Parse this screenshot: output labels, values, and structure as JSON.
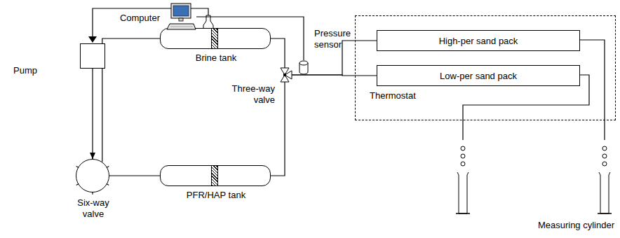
{
  "diagram": {
    "nodes": [
      {
        "text": [
          "Pump"
        ]
      },
      {
        "text": [
          "Six-way valve"
        ]
      },
      {
        "text": [
          "Brine tank"
        ]
      },
      {
        "text": [
          "PFR/HAP tank"
        ]
      },
      {
        "text": [
          "Three-way valve"
        ]
      },
      {
        "text": [
          "Computer"
        ]
      },
      {
        "text": [
          "Pressure sensor"
        ]
      },
      {
        "text": [
          "Thermostat"
        ]
      },
      {
        "text": [
          "High-per sand pack"
        ],
        "in": 7
      },
      {
        "text": [
          "Low-per sand pack"
        ],
        "in": 7
      }
    ],
    "edges": [
      {
        "from": 0,
        "to": 1,
        "arrow": "to"
      },
      {
        "from": 1,
        "to": 2,
        "arrow": "none"
      },
      {
        "from": 1,
        "to": 3,
        "arrow": "none"
      },
      {
        "from": 2,
        "to": 4,
        "arrow": "none"
      },
      {
        "from": 3,
        "to": 4,
        "arrow": "none"
      },
      {
        "from": 4,
        "to": 8,
        "arrow": "none"
      },
      {
        "from": 4,
        "to": 9,
        "arrow": "none"
      },
      {
        "from": 5,
        "to": 6,
        "arrow": "none"
      }
    ],
    "labels": [
      "Measuring cylinder"
    ]
  }
}
